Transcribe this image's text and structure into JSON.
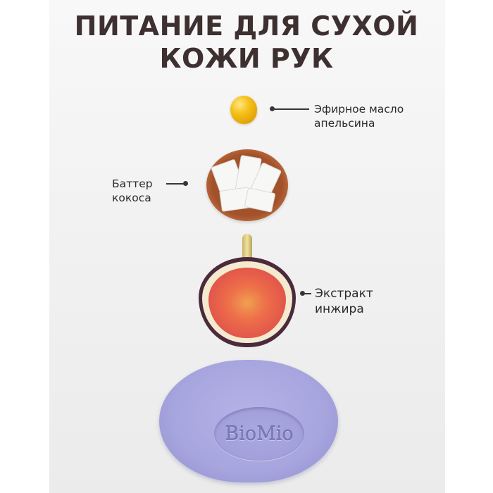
{
  "title": {
    "line1": "ПИТАНИЕ ДЛЯ СУХОЙ",
    "line2": "КОЖИ РУК"
  },
  "ingredients": [
    {
      "label_line1": "Эфирное масло",
      "label_line2": "апельсина",
      "icon": "orange-oil-drop-icon"
    },
    {
      "label_line1": "Баттер",
      "label_line2": "кокоса",
      "icon": "coconut-bowl-icon"
    },
    {
      "label_line1": "Экстракт",
      "label_line2": "инжира",
      "icon": "fig-icon"
    }
  ],
  "product": {
    "brand": "BioMio",
    "color": "#a7a5de"
  },
  "colors": {
    "title": "#3e3030",
    "text": "#2c2a2a",
    "background": "#f1f1f1"
  }
}
